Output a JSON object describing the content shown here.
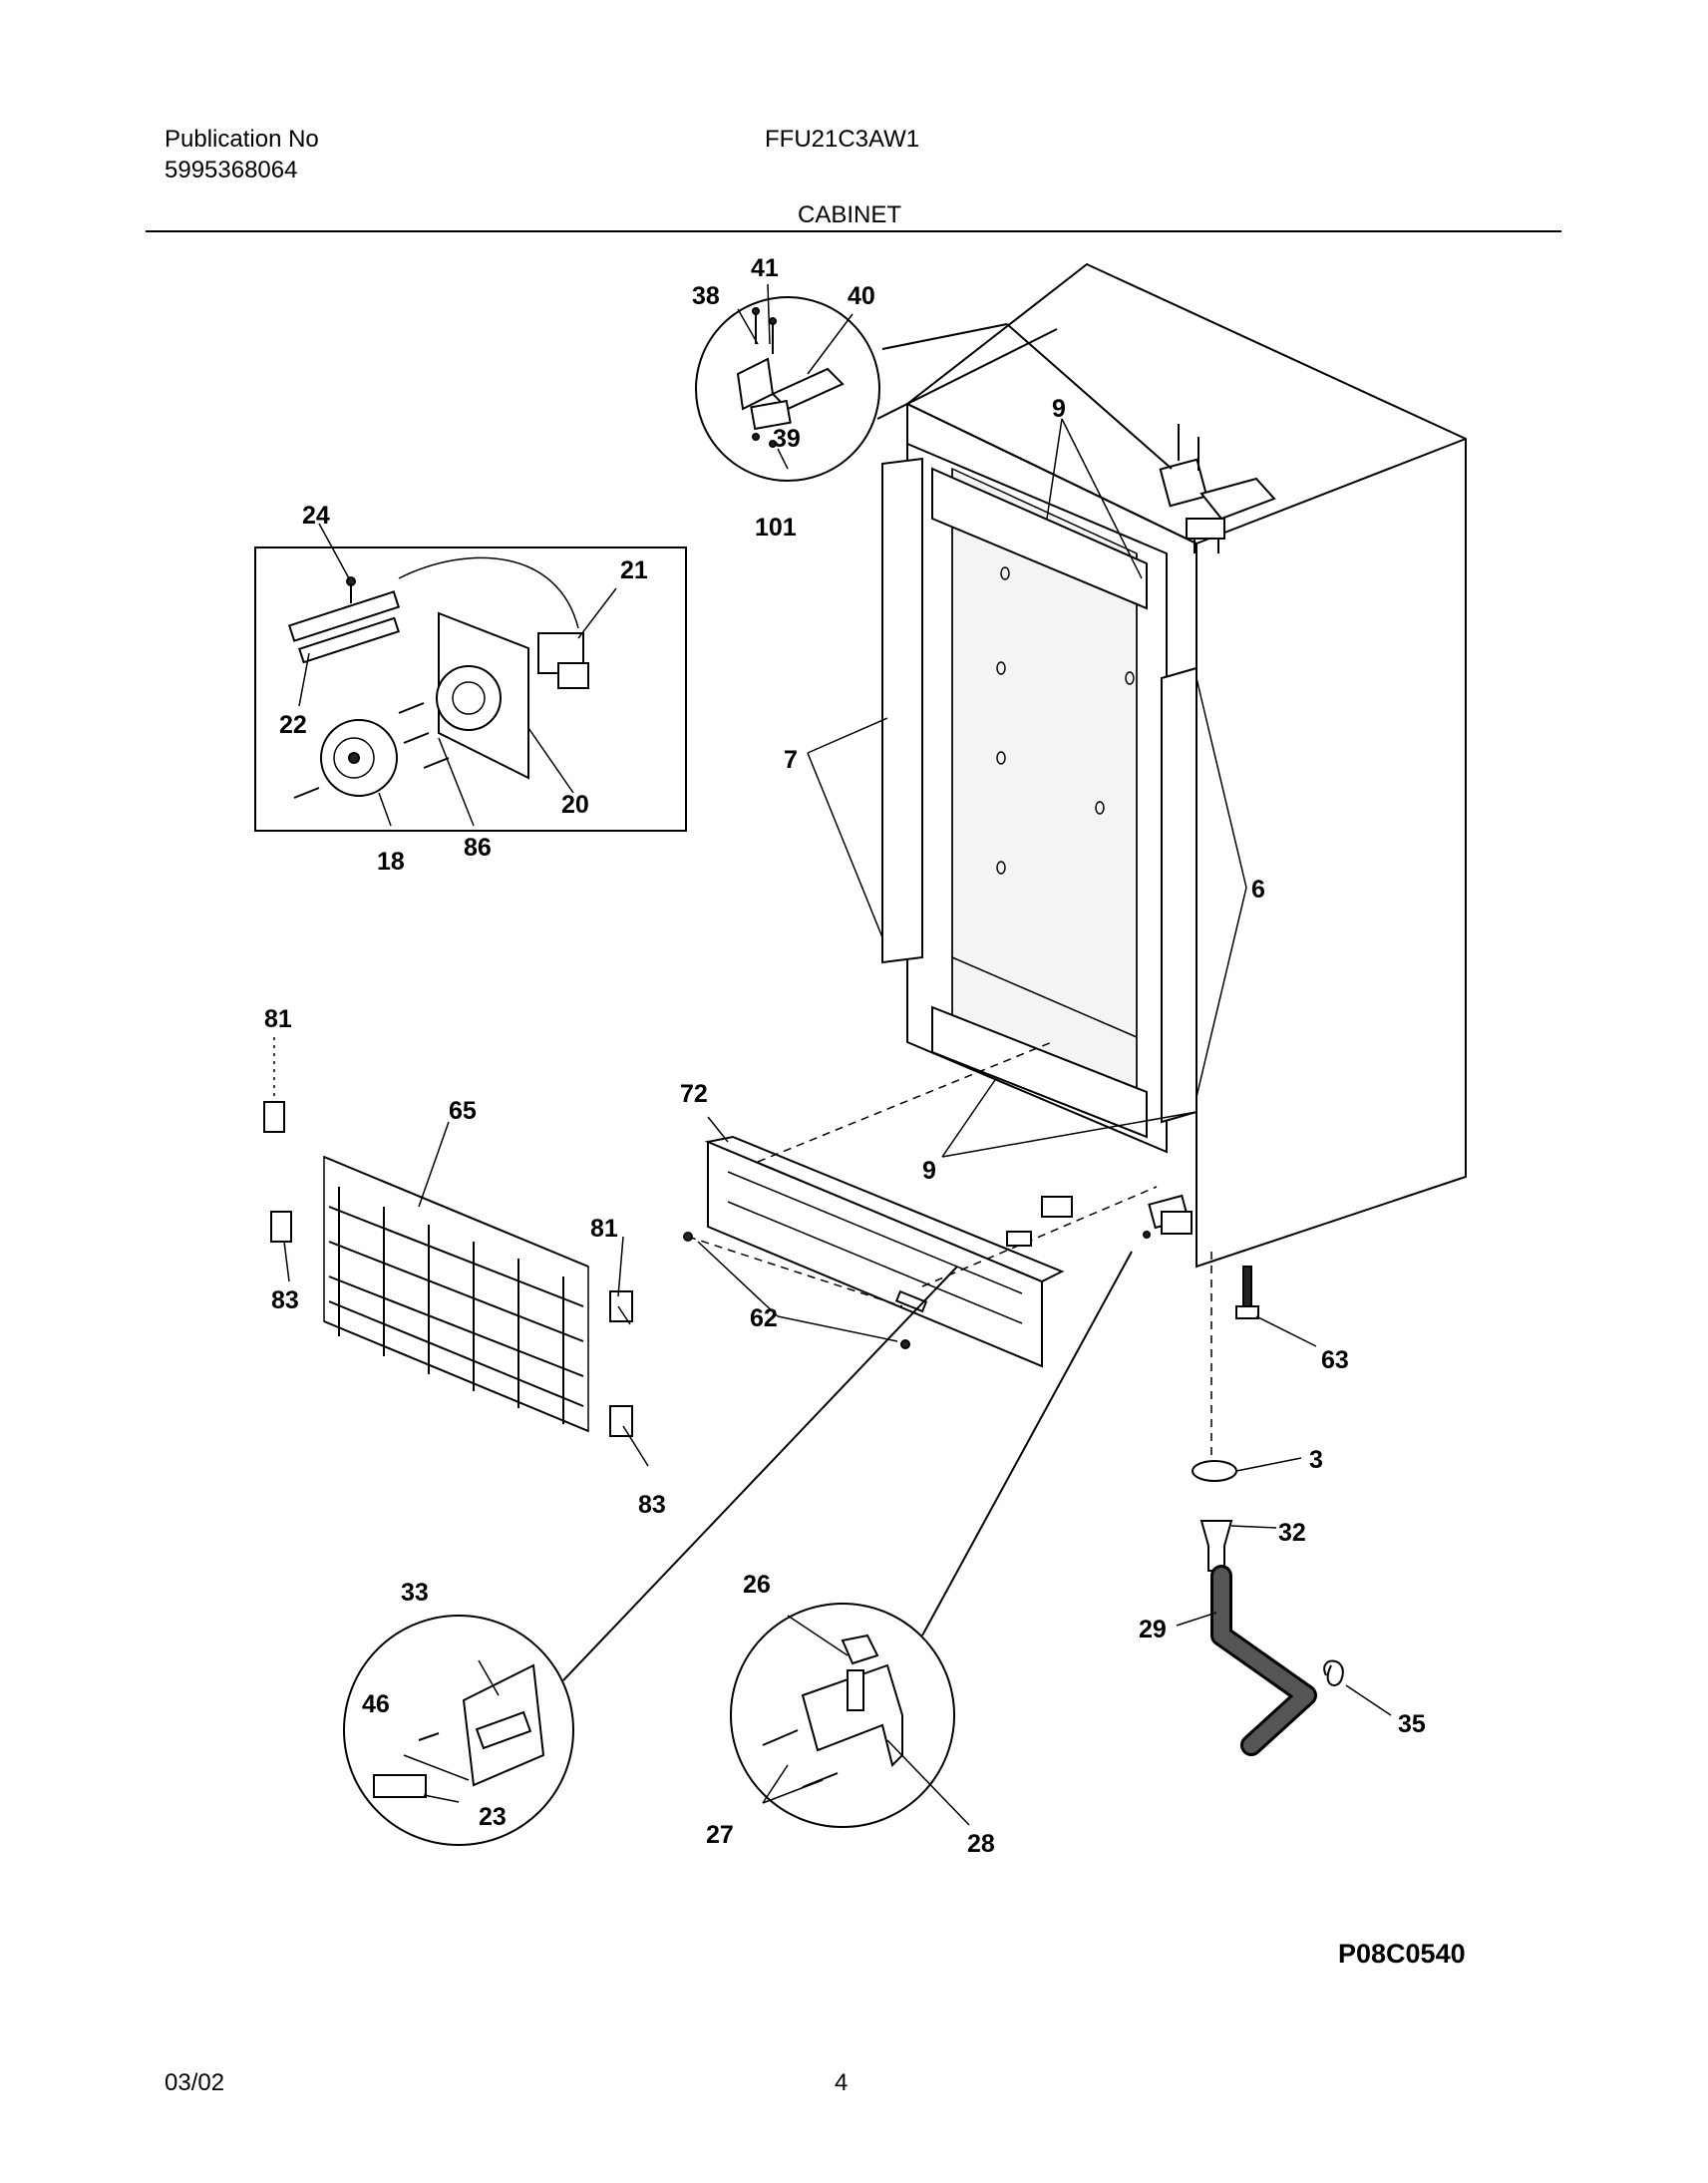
{
  "header": {
    "publication_label": "Publication No",
    "publication_number": "5995368064",
    "model": "FFU21C3AW1",
    "section_title": "CABINET"
  },
  "footer": {
    "date": "03/02",
    "page": "4",
    "diagram_code": "P08C0540"
  },
  "callouts": {
    "c41": "41",
    "c38": "38",
    "c40": "40",
    "c39": "39",
    "c101": "101",
    "c9a": "9",
    "c9b": "9",
    "c7": "7",
    "c6": "6",
    "c24": "24",
    "c21": "21",
    "c22": "22",
    "c20": "20",
    "c18": "18",
    "c86": "86",
    "c81a": "81",
    "c65": "65",
    "c83a": "83",
    "c81b": "81",
    "c83b": "83",
    "c72": "72",
    "c62": "62",
    "c63": "63",
    "c3": "3",
    "c32": "32",
    "c29": "29",
    "c35": "35",
    "c33": "33",
    "c46": "46",
    "c23": "23",
    "c26": "26",
    "c27": "27",
    "c28": "28"
  }
}
